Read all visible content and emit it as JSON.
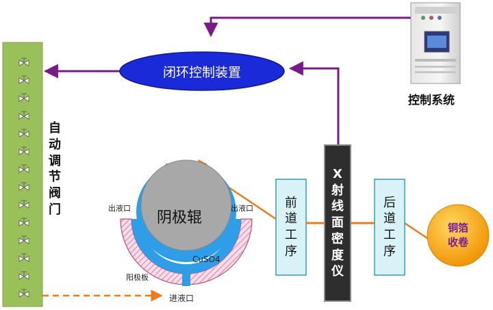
{
  "closed_loop_device": "闭环控制装置",
  "control_system": "控制系统",
  "auto_valve": [
    "自",
    "动",
    "调",
    "节",
    "阀",
    "门"
  ],
  "front_process": [
    "前",
    "道",
    "工",
    "序"
  ],
  "xray_gauge": [
    "X",
    "射",
    "线",
    "面",
    "密",
    "度",
    "仪"
  ],
  "back_process": [
    "后",
    "道",
    "工",
    "序"
  ],
  "copper_foil_winding": [
    "铜箔",
    "收卷"
  ],
  "cathode_roll": "阴极辊",
  "outlet_left": "出液口",
  "outlet_right": "出液口",
  "electrolyte": "CuSO4",
  "anode_plate": "阳极板",
  "inlet": "进液口",
  "colors": {
    "loop_arrow": "#7a1a8a",
    "process_line": "#f07a1a",
    "ellipse_fill": "#1a2ad8",
    "valve_strip": "#9ac05a",
    "box_fill": "#d8f2f8",
    "box_border": "#2fa2a8",
    "roll_gray": "#a8a8a8",
    "roll_blue": "#2e9ee8",
    "foil_circle": "#f5a000"
  }
}
